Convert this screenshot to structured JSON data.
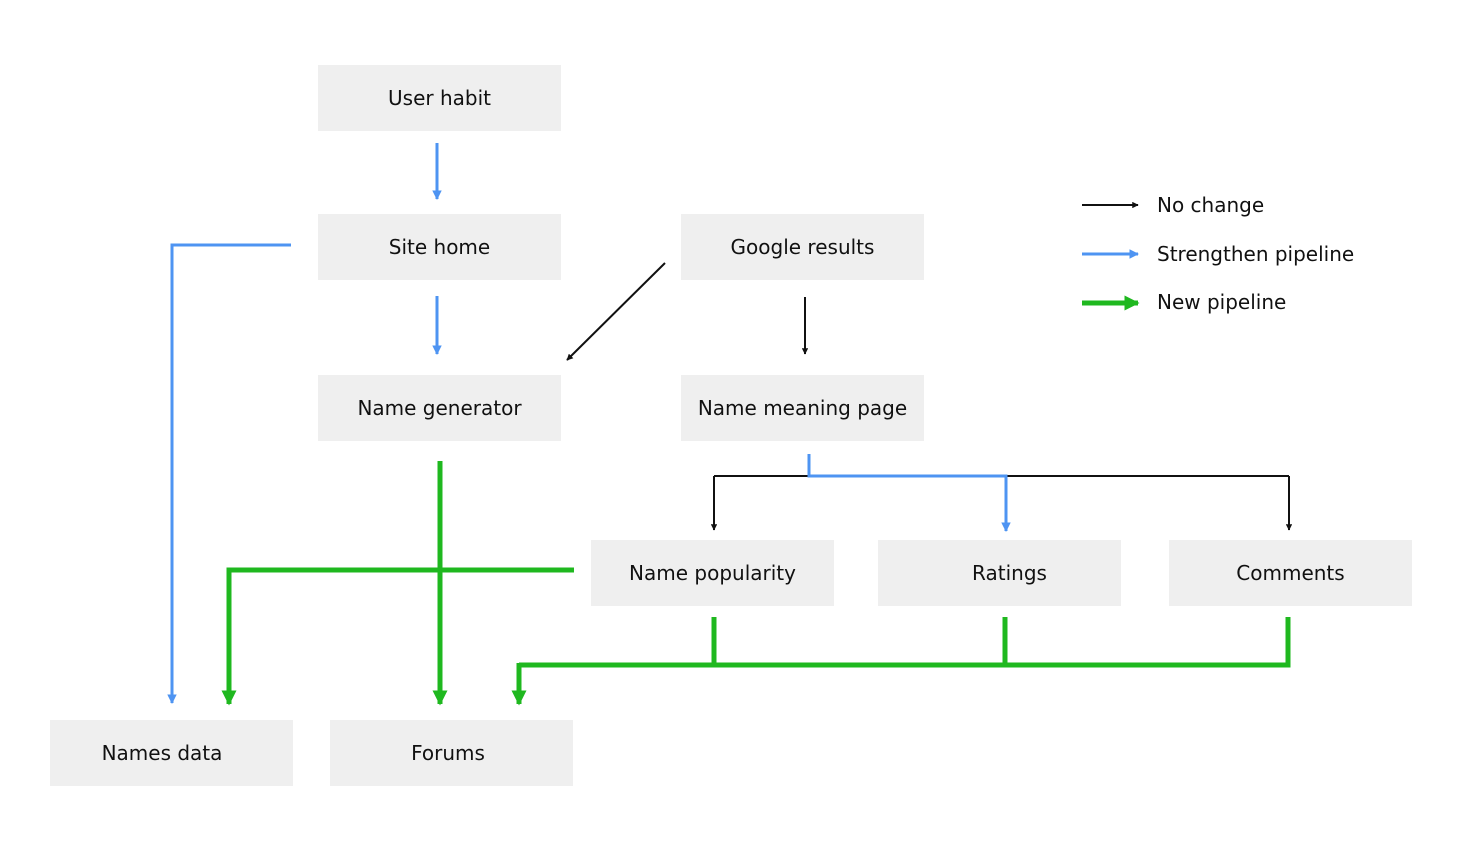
{
  "nodes": {
    "user_habit": "User habit",
    "site_home": "Site home",
    "google_results": "Google results",
    "name_generator": "Name generator",
    "name_meaning_page": "Name meaning page",
    "name_popularity": "Name popularity",
    "ratings": "Ratings",
    "comments": "Comments",
    "names_data": "Names data",
    "forums": "Forums"
  },
  "legend": [
    {
      "label": "No change",
      "color": "#111111"
    },
    {
      "label": "Strengthen pipeline",
      "color": "#4e94f2"
    },
    {
      "label": "New pipeline",
      "color": "#1fb81f"
    }
  ],
  "colors": {
    "box": "#efefef",
    "no_change": "#111111",
    "strengthen": "#4e94f2",
    "new": "#1fb81f"
  }
}
